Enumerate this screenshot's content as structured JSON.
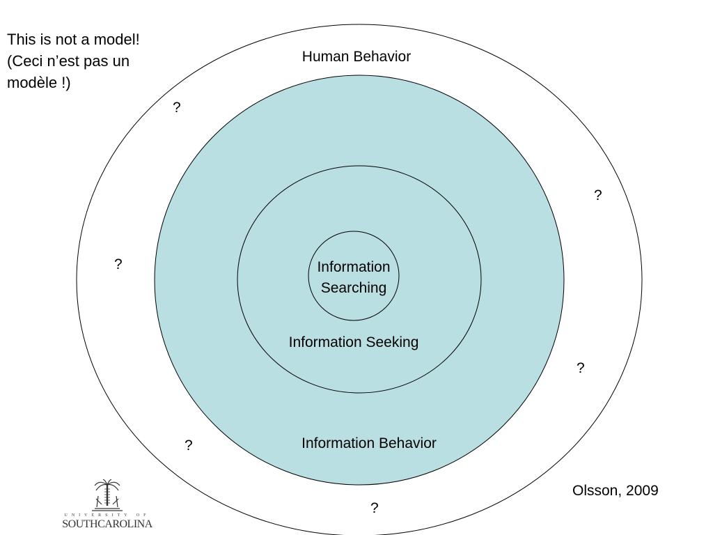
{
  "note": {
    "lines": [
      "This is not a model!",
      "(Ceci n’est pas un",
      "modèle !)"
    ]
  },
  "circles": {
    "outer": {
      "label": "Human Behavior",
      "fill": "#ffffff"
    },
    "second": {
      "label": "Information Behavior",
      "fill": "#b9dfe3"
    },
    "third": {
      "label": "Information Seeking",
      "fill": "#b9dfe3"
    },
    "inner": {
      "label_lines": [
        "Information",
        "Searching"
      ],
      "fill": "#b9dfe3"
    }
  },
  "question_marks": [
    "?",
    "?",
    "?",
    "?",
    "?",
    "?"
  ],
  "citation": "Olsson, 2009",
  "logo": {
    "line1": "UNIVERSITY OF",
    "line2": "SOUTHCAROLINA",
    "icon": "palmetto-tree-icon"
  },
  "colors": {
    "stroke": "#000000",
    "background": "#ffffff",
    "logo": "#333333"
  }
}
